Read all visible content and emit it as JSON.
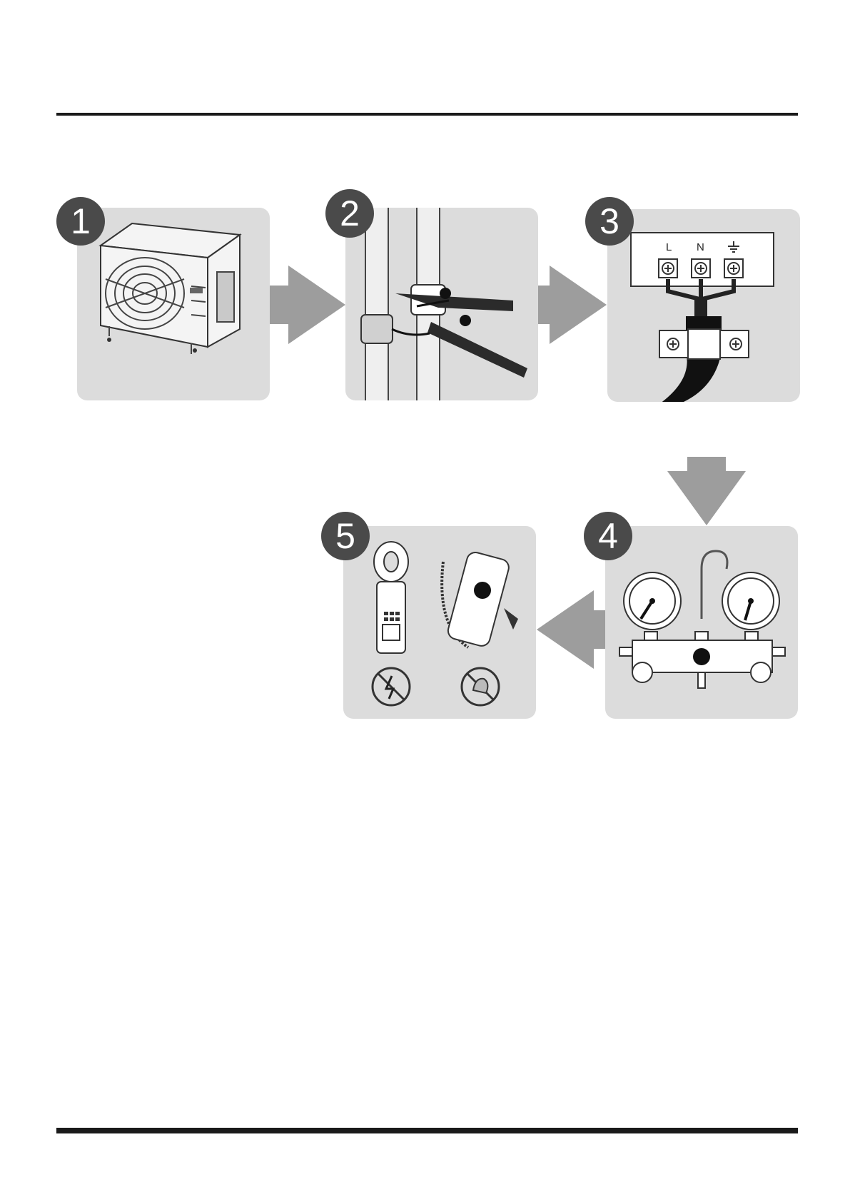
{
  "steps": [
    {
      "number": "1",
      "icon": "outdoor-unit-icon"
    },
    {
      "number": "2",
      "icon": "pipe-wrench-icon"
    },
    {
      "number": "3",
      "icon": "terminal-block-icon"
    },
    {
      "number": "4",
      "icon": "manifold-gauge-icon"
    },
    {
      "number": "5",
      "icon": "leak-detector-icon"
    }
  ],
  "terminal_labels": {
    "live": "L",
    "neutral": "N"
  },
  "colors": {
    "panel": "#dcdcdc",
    "badge": "#4a4a4a",
    "arrow": "#9d9d9d",
    "rule": "#1a1a1a"
  }
}
